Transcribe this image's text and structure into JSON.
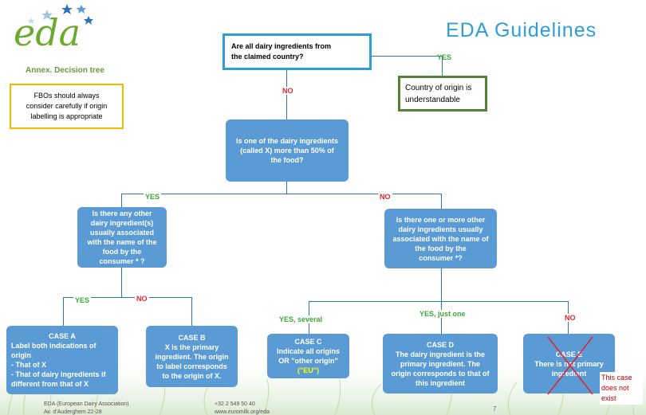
{
  "header": {
    "logo_text": "eda",
    "title": "EDA Guidelines",
    "annex": "Annex. Decision tree"
  },
  "note": {
    "text": "FBOs should always\nconsider carefully if origin\nlabelling is appropriate"
  },
  "root": {
    "text": "Are all dairy ingredients from\nthe claimed country?"
  },
  "root_yes": {
    "label": "YES",
    "text": "Country of origin is\nunderstandable"
  },
  "root_no": {
    "label": "NO"
  },
  "q2": {
    "text": "Is one of the dairy ingredients\n(called X) more than 50% of\nthe food?"
  },
  "q2_yes": {
    "label": "YES"
  },
  "q2_no": {
    "label": "NO"
  },
  "q3a": {
    "text": "Is there any other\ndairy ingredient(s)\nusually associated\nwith the name of the\nfood by the\nconsumer * ?"
  },
  "q3b": {
    "text": "Is there one or more other\ndairy ingredients usually\nassociated with the name of\nthe food by the\nconsumer  *?"
  },
  "q3a_yes": {
    "label": "YES"
  },
  "q3a_no": {
    "label": "NO"
  },
  "q3b_several": {
    "label": "YES, several"
  },
  "q3b_one": {
    "label": "YES, just  one"
  },
  "q3b_no": {
    "label": "NO"
  },
  "case_a": {
    "title": "CASE A",
    "body": "Label  both indications of\norigin\n- That of X\n- That of dairy ingredients if\ndifferent from that of X"
  },
  "case_b": {
    "title": "CASE B",
    "body": "X is the primary\ningredient. The origin\nto label corresponds\nto the origin of X."
  },
  "case_c": {
    "title": "CASE C",
    "body": "Indicate all origins\nOR \"other origin\"",
    "highlight": "(\"EU\")"
  },
  "case_d": {
    "title": "CASE D",
    "body": "The dairy ingredient is the\nprimary ingredient. The\norigin corresponds to that of\nthis ingredient"
  },
  "case_e": {
    "title": "CASE E",
    "body": "There is not primary\ningredient",
    "note": "This case\ndoes not\nexist"
  },
  "footer": {
    "org": "EDA (European Dairy Association)",
    "address": "Av. d'Auderghem 22-28",
    "phone": "+32 2 549 50 40",
    "web": "www.euromilk.org/eda",
    "page": "7"
  },
  "colors": {
    "accent_blue": "#5b9bd5",
    "title_blue": "#2e9fd5",
    "yes_green": "#3aa935",
    "no_red": "#e3242b",
    "note_border": "#f5b800",
    "outcome_border": "#548235"
  }
}
